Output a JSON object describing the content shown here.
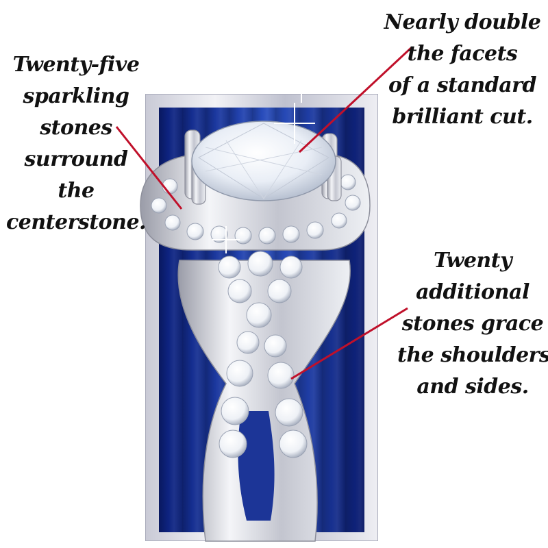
{
  "callouts": {
    "halo": {
      "lines": [
        "Twenty-five",
        "sparkling",
        "stones",
        "surround",
        "the",
        "centerstone."
      ]
    },
    "facets": {
      "lines": [
        "Nearly double",
        "the facets",
        "of a standard",
        "brilliant cut."
      ]
    },
    "shoulders": {
      "lines": [
        "Twenty",
        "additional",
        "stones grace",
        "the shoulders",
        "and sides."
      ]
    }
  },
  "colors": {
    "leader_line": "#c0102a",
    "velvet": "#1f3ea8",
    "frame": "#d9dae3",
    "metal": "#e6e7ec",
    "stone": "#ffffff"
  }
}
